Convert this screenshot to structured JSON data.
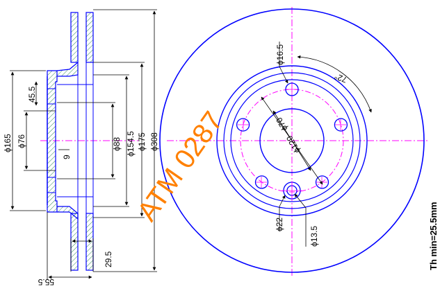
{
  "drawing": {
    "watermark": "ATM 0287",
    "note": "Th min=25.5mm",
    "side_view_dims": {
      "d165": "ϕ165",
      "d76": "ϕ76",
      "d45_5": "45.5",
      "d9": "9",
      "d88": "ϕ88",
      "d154_5": "ϕ154.5",
      "d175": "ϕ175",
      "d308": "ϕ308",
      "d29_5": "29.5",
      "d55_5": "55.5"
    },
    "front_view_dims": {
      "d16_5": "ϕ16.5",
      "d120": "ϕ120",
      "angle72": "72°",
      "d70": "ϕ70",
      "d22": "ϕ22",
      "d13_5": "ϕ13.5"
    },
    "colors": {
      "outline": "#0000ff",
      "centerline": "#ff00ff",
      "dimension": "#000000",
      "hatch": "#2e8b57",
      "watermark": "#ff8000"
    }
  }
}
